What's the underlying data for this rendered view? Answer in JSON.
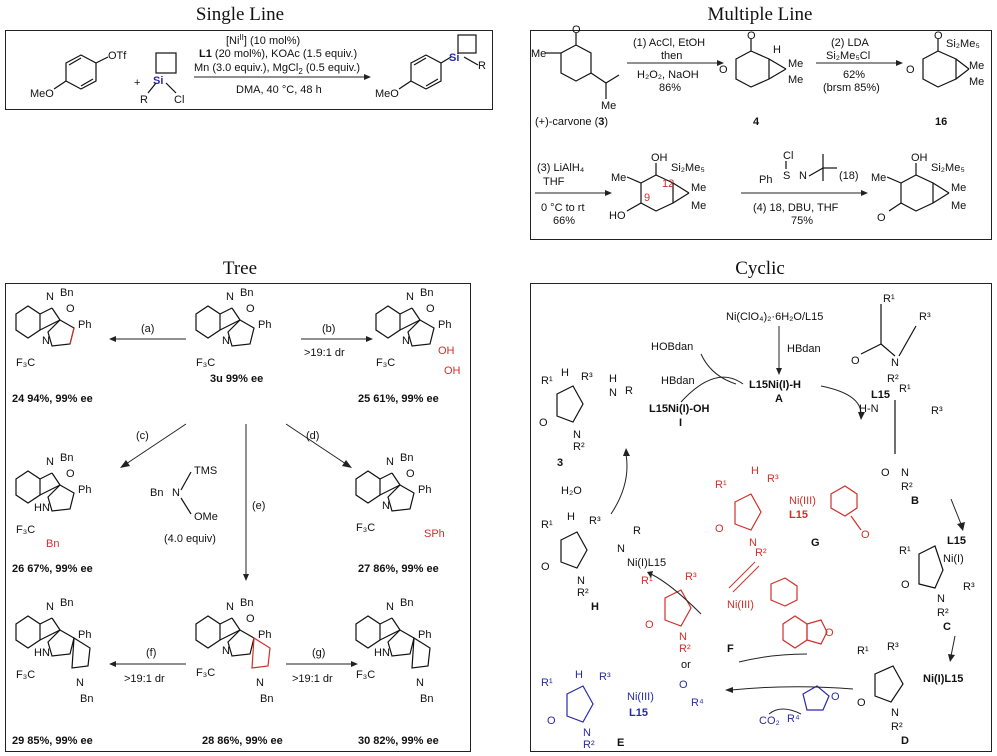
{
  "titles": {
    "single": "Single Line",
    "multiple": "Multiple Line",
    "tree": "Tree",
    "cyclic": "Cyclic"
  },
  "single": {
    "reagent_otf": "OTf",
    "reagent_meo": "MeO",
    "plus": "+",
    "si": "Si",
    "r": "R",
    "cl": "Cl",
    "cond1": "[Ni",
    "cond1_sup": "II",
    "cond1_end": "] (10 mol%)",
    "cond2_b": "L1",
    "cond2": " (20 mol%), KOAc (1.5 equiv.)",
    "cond3": "Mn (3.0 equiv.), MgCl",
    "cond3_sub": "2",
    "cond3_end": " (0.5 equiv.)",
    "cond4": "DMA, 40 °C, 48 h",
    "prod_meo": "MeO",
    "prod_si": "Si",
    "prod_r": "R"
  },
  "multiple": {
    "me": "Me",
    "carvone_label": "(+)-carvone (",
    "carvone_num": "3",
    "carvone_end": ")",
    "step1_a": "(1) AcCl, EtOH",
    "step1_b": "then",
    "step1_c": "H₂O₂, NaOH",
    "step1_d": "86%",
    "cmpd4": "4",
    "step2_a": "(2) LDA",
    "step2_b": "Si₂Me₅Cl",
    "step2_c": "62%",
    "step2_d": "(brsm 85%)",
    "cmpd16": "16",
    "si2me5": "Si₂Me₅",
    "step3_a": "(3) LiAlH₄",
    "step3_b": "THF",
    "step3_c": "0 °C to rt",
    "step3_d": "66%",
    "oh": "OH",
    "ho": "HO",
    "c12": "12",
    "c9": "9",
    "ph": "Ph",
    "cl": "Cl",
    "s": "S",
    "n": "N",
    "reagent18": "(18)",
    "step4": "(4) 18, DBU, THF",
    "step4_yield": "75%",
    "o": "O",
    "h": "H"
  },
  "tree": {
    "bn": "Bn",
    "ph": "Ph",
    "cf3": "F₃C",
    "o": "O",
    "n": "N",
    "hn": "HN",
    "a": "(a)",
    "b": "(b)",
    "b_dr": ">19:1 dr",
    "c": "(c)",
    "d": "(d)",
    "e": "(e)",
    "f": "(f)",
    "f_dr": ">19:1 dr",
    "g": "(g)",
    "g_dr": ">19:1 dr",
    "c24": "24 94%, 99% ee",
    "c3u": "3u 99% ee",
    "c25": "25 61%, 99% ee",
    "c26": "26 67%, 99% ee",
    "c27": "27 86%, 99% ee",
    "c28": "28 86%, 99% ee",
    "c29": "29 85%, 99% ee",
    "c30": "30 82%, 99% ee",
    "tms": "TMS",
    "ome": "OMe",
    "reag_e": "(4.0 equiv)",
    "oh": "OH",
    "sph": "SPh",
    "bn_red": "Bn"
  },
  "cyclic": {
    "ni_top": "Ni(ClO₄)₂·6H₂O/L15",
    "hbdan1": "HBdan",
    "hobdan": "HOBdan",
    "hbdan2": "HBdan",
    "A": "L15Ni(I)-H",
    "A_lab": "A",
    "I": "L15Ni(I)-OH",
    "I_lab": "I",
    "c3": "3",
    "B_lab": "B",
    "C_lab": "C",
    "D_lab": "D",
    "E_lab": "E",
    "F_lab": "F",
    "G_lab": "G",
    "H_lab": "H",
    "h2o": "H₂O",
    "co2": "CO₂",
    "or": "or",
    "l15": "L15",
    "nii": "Ni(I)",
    "niiii": "Ni(III)",
    "nil15": "Ni(I)L15",
    "r1": "R¹",
    "r2": "R²",
    "r3": "R³",
    "r4": "R⁴",
    "n": "N",
    "o": "O",
    "h": "H",
    "hn": "H-N",
    "r": "R"
  }
}
